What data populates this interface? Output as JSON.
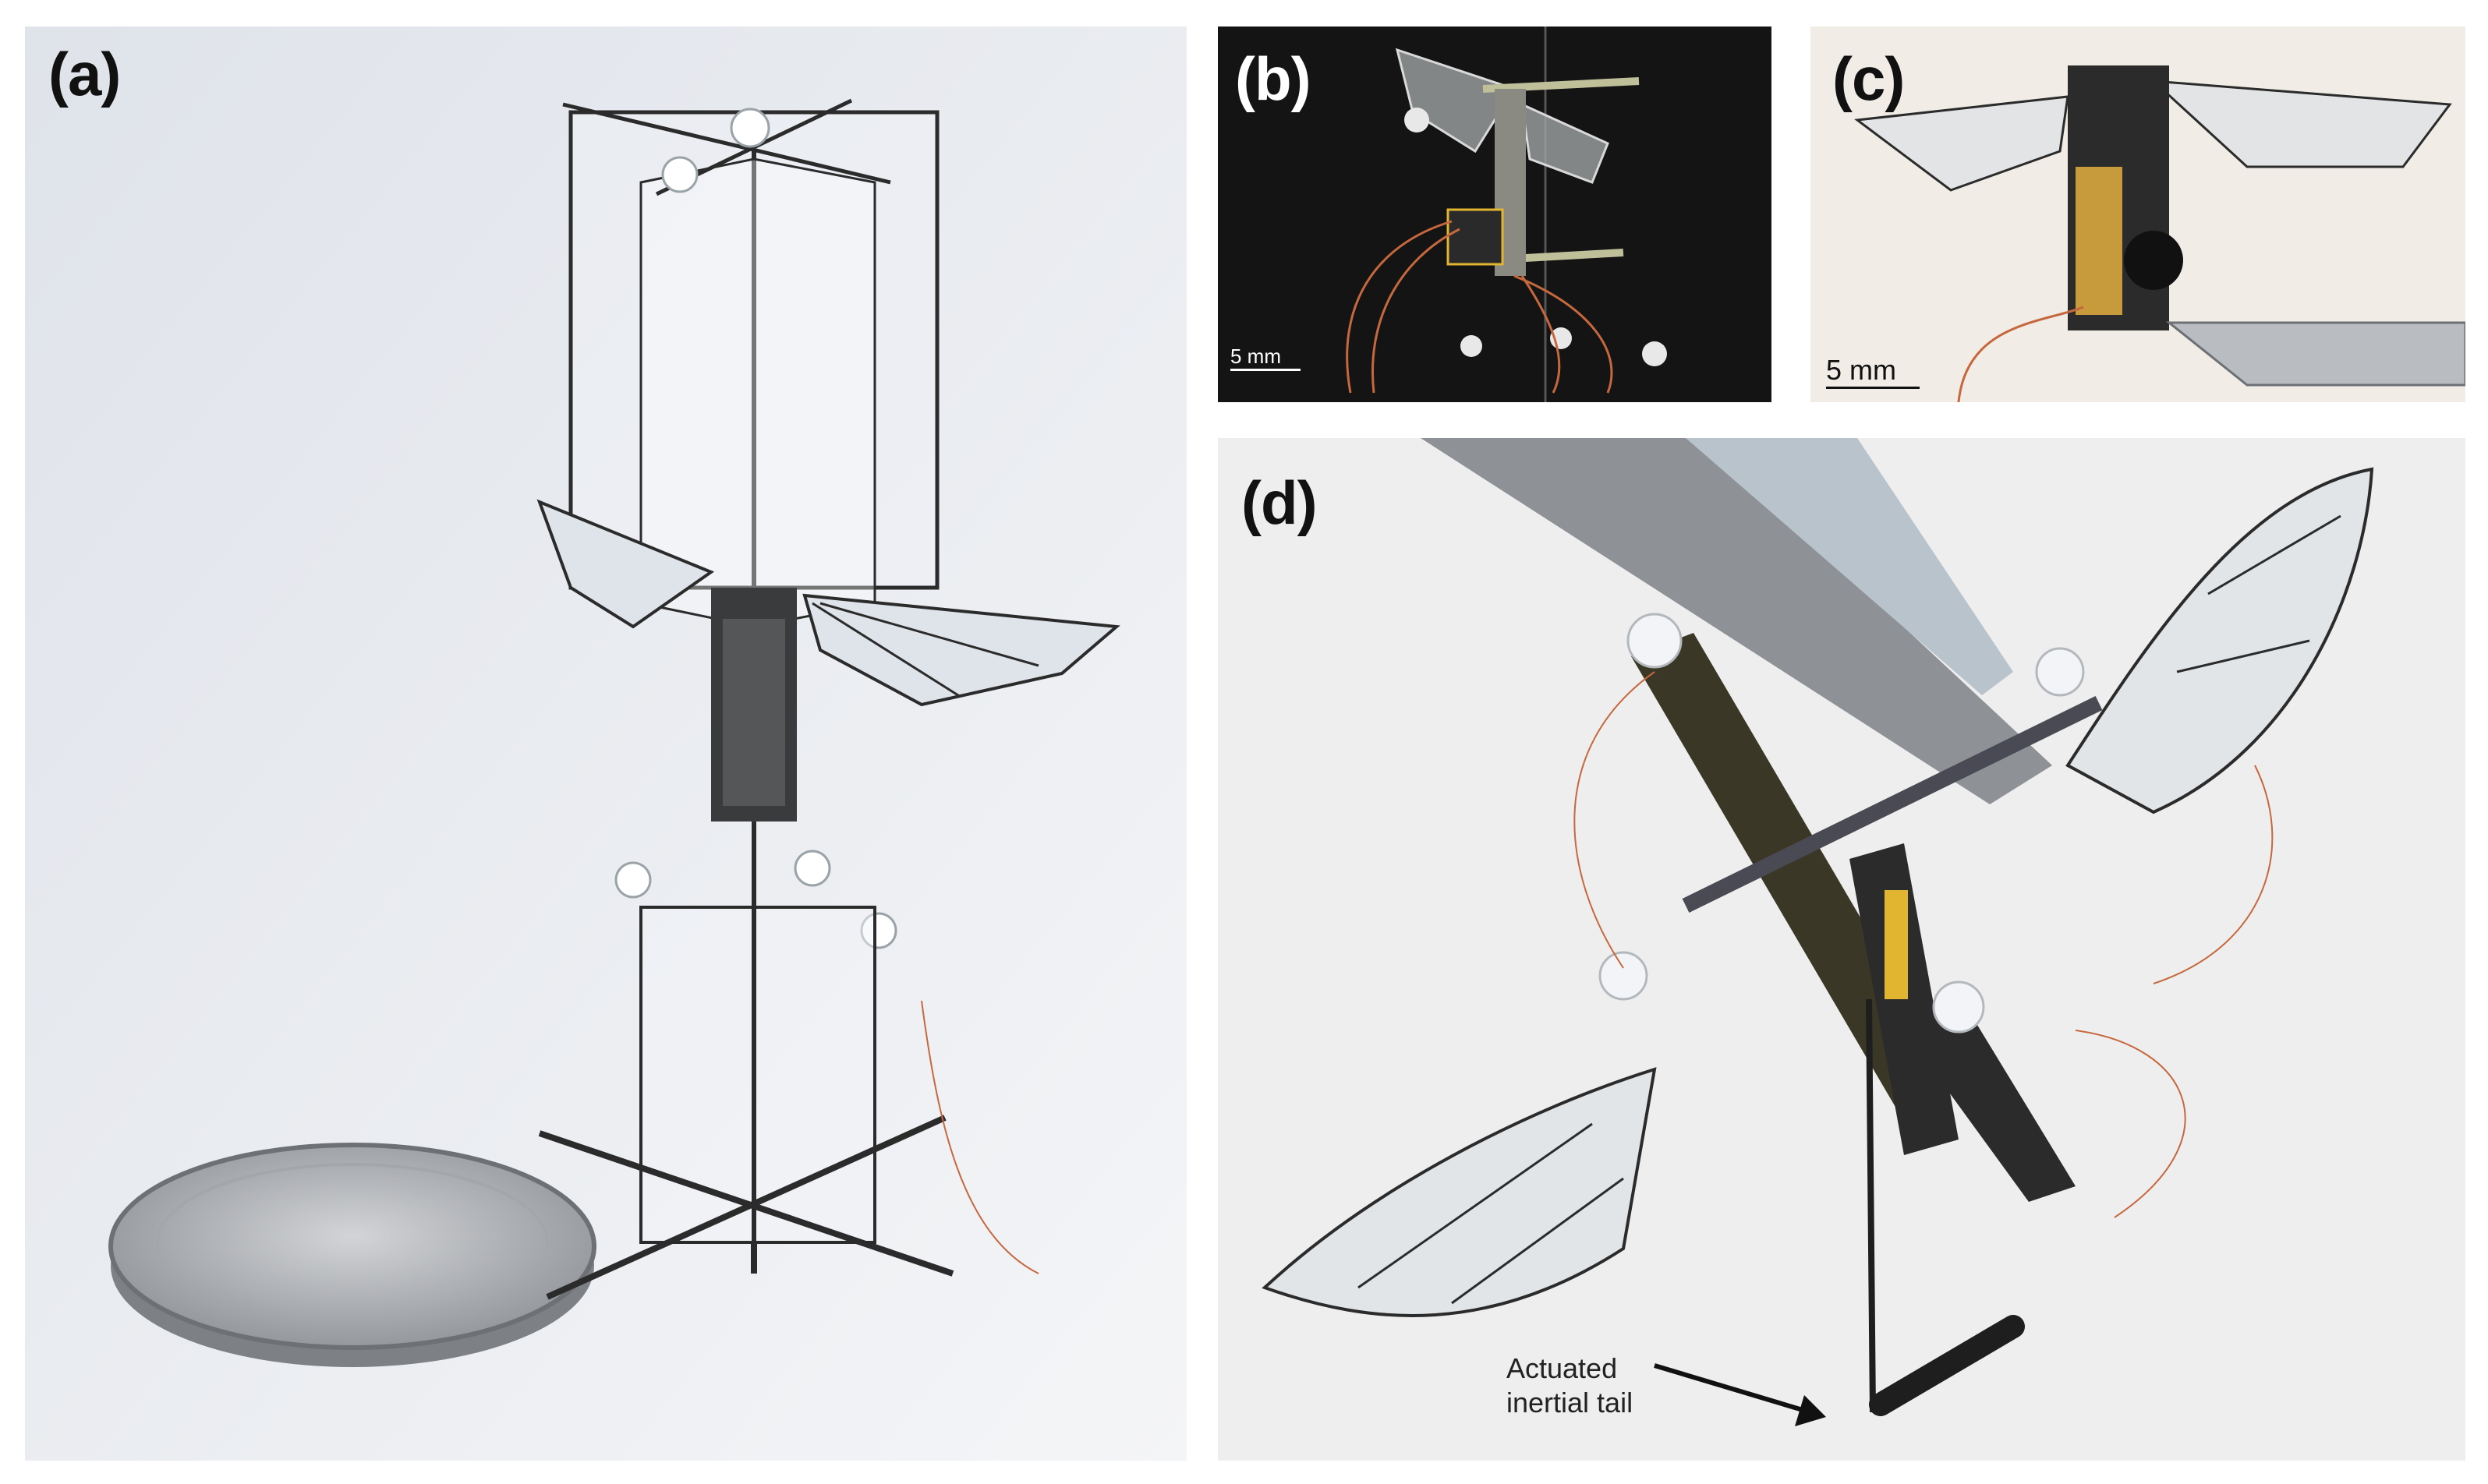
{
  "figure": {
    "panels": [
      {
        "id": "a",
        "label": "(a)"
      },
      {
        "id": "b",
        "label": "(b)",
        "scale_bar": "5 mm"
      },
      {
        "id": "c",
        "label": "(c)",
        "scale_bar": "5 mm"
      },
      {
        "id": "d",
        "label": "(d)",
        "annotation_line1": "Actuated",
        "annotation_line2": "inertial tail"
      }
    ]
  },
  "colors": {
    "panel_a_bg": "#e7eaf0",
    "panel_b_bg": "#111111",
    "panel_c_bg": "#f1ece6",
    "panel_d_bg": "#efeeee",
    "frame": "#2b2b2b",
    "wing_film": "#dfe4ea",
    "coin": "#b9bcc0",
    "copper_wire": "#c5683e",
    "gold_electrode": "#e2b531"
  }
}
